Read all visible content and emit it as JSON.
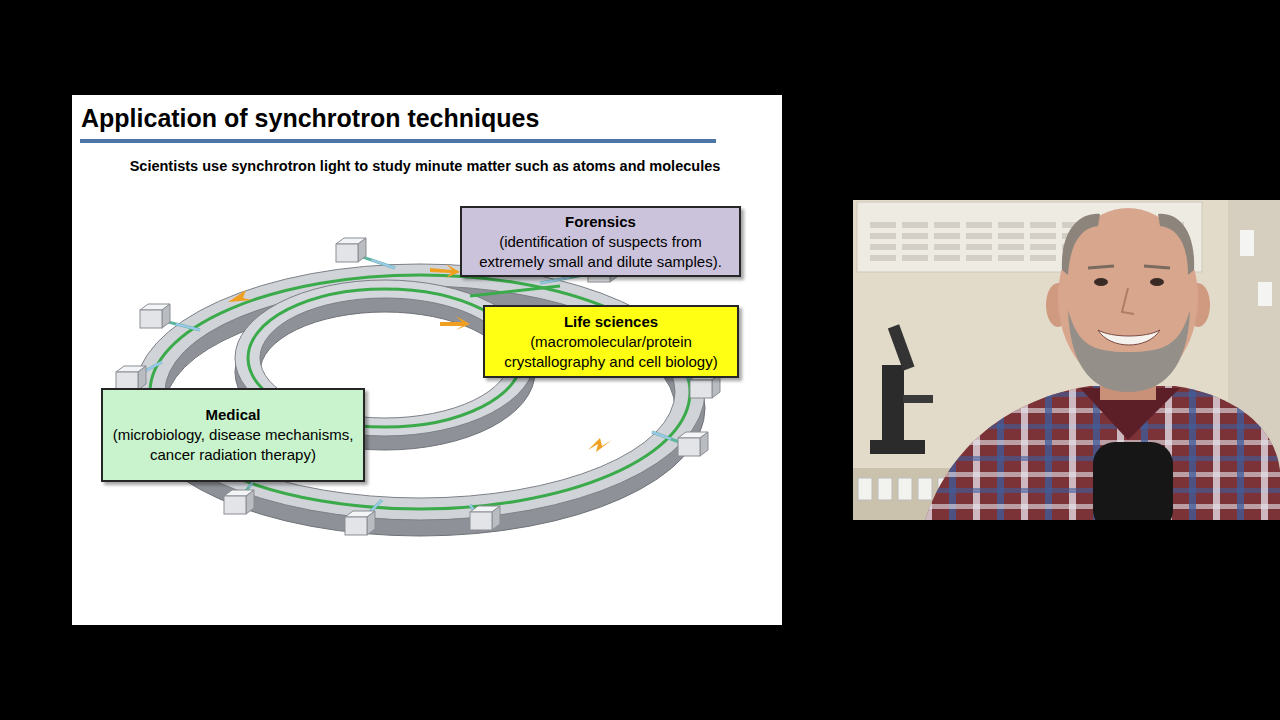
{
  "diagram": {
    "title": "Application of synchrotron techniques",
    "nodes": [
      {
        "text": [
          "Forensics",
          "(identification of suspects from extremely small and dilute samples)."
        ]
      },
      {
        "text": [
          "Life sciences",
          "(macromolecular/protein crystallography and cell biology)"
        ]
      },
      {
        "text": [
          "Medical",
          "(microbiology, disease mechanisms, cancer radiation therapy)"
        ]
      }
    ],
    "labels": [
      "Scientists use synchrotron light to study minute matter such as atoms and molecules"
    ]
  }
}
